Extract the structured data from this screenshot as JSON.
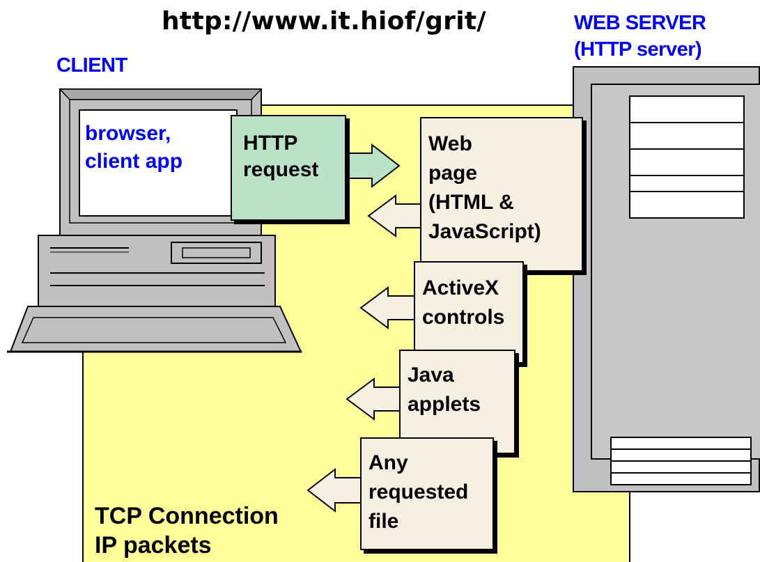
{
  "header": {
    "url": "http://www.it.hiof/grit/"
  },
  "client": {
    "label": "CLIENT",
    "screen_lines": [
      "browser,",
      "client app"
    ]
  },
  "server": {
    "label_lines": [
      "WEB SERVER",
      "(HTTP server)"
    ]
  },
  "request": {
    "lines": [
      "HTTP",
      "request"
    ]
  },
  "documents": [
    {
      "lines": [
        "Web",
        "page",
        "(HTML &",
        "JavaScript)"
      ]
    },
    {
      "lines": [
        "ActiveX",
        "controls"
      ]
    },
    {
      "lines": [
        "Java",
        "applets"
      ]
    },
    {
      "lines": [
        "Any",
        "requested",
        "file"
      ]
    }
  ],
  "network": {
    "lines": [
      "TCP Connection",
      "IP packets"
    ]
  },
  "colors": {
    "network_bg": "#ffff99",
    "request_box": "#b9e2c7",
    "document_bg": "#f5f0e1",
    "label_blue": "#0000ff"
  }
}
